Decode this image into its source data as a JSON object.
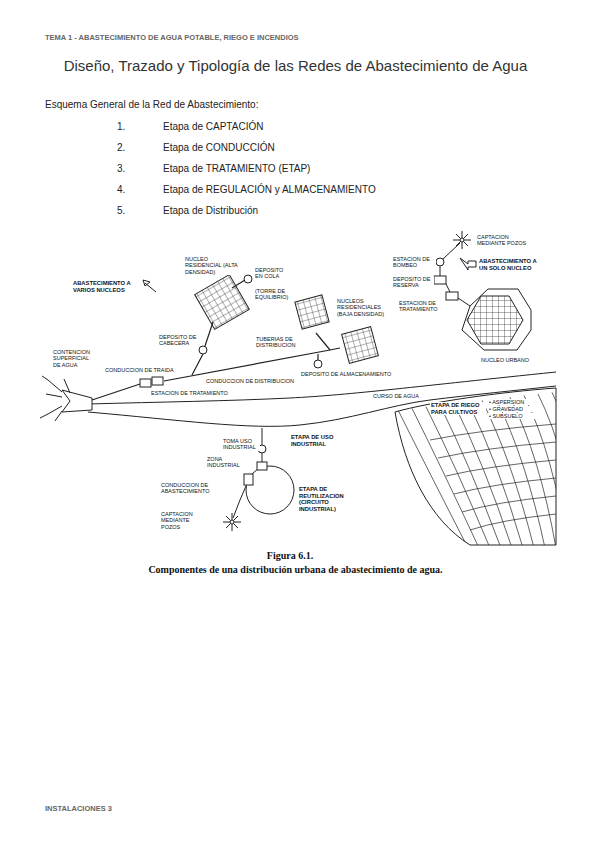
{
  "diagram": {
    "title": "Diseño, Trazado y Tipología de las Redes de Abastecimiento de Agua",
    "caption": "Componentes de una distribución urbana de abastecimiento de agua.",
    "labels": [
      "TEMA 1 - ABASTECIMIENTO DE AGUA POTABLE, RIEGO E INCENDIOS",
      "Esquema General de la Red de Abastecimiento:",
      "1.",
      "Etapa de CAPTACIÓN",
      "2.",
      "Etapa de CONDUCCIÓN",
      "3.",
      "Etapa de TRATAMIENTO (ETAP)",
      "4.",
      "Etapa de REGULACIÓN y ALMACENAMIENTO",
      "5.",
      "Etapa de Distribución",
      "ABASTECIMIENTO A VARIOS NUCLEOS",
      "NUCLEO RESIDENCIAL (ALTA DENSIDAD)",
      "DEPOSITO EN COLA",
      "(TORRE DE EQUILIBRIO)",
      "DEPOSITO DE CABECERA",
      "CONDUCCION DE DISTRIBUCION",
      "TUBERIAS DE DISTRIBUCION",
      "NUCLEOS RESIDENCIALES (BAJA DENSIDAD)",
      "DEPOSITO DE ALMACENAMIENTO",
      "CONTENCION SUPERFICIAL DE AGUA",
      "ESTACION DE TRATAMIENTO",
      "CONDUCCION DE TRAIDA",
      "CURSO DE AGUA",
      "CAPTACION MEDIANTE POZOS",
      "ABASTECIMIENTO A UN SOLO NUCLEO",
      "ESTACION DE BOMBEO",
      "DEPOSITO DE RESERVA",
      "ESTACION DE TRATAMIENTO",
      "NUCLEO URBANO",
      "ETAPA DE RIEGO PARA CULTIVOS",
      "• ASPERSION",
      "• GRAVEDAD",
      "• SUBSUELO",
      "ETAPA DE USO INDUSTRIAL",
      "TOMA USO INDUSTRIAL",
      "ZONA INDUSTRIAL",
      "ETAPA DE REUTILIZACION (CIRCUITO INDUSTRIAL)",
      "CONDUCCION DE ABASTECIMIENTO",
      "CAPTACION MEDIANTE POZOS",
      "Figura 6.1.",
      "INSTALACIONES 3"
    ]
  }
}
